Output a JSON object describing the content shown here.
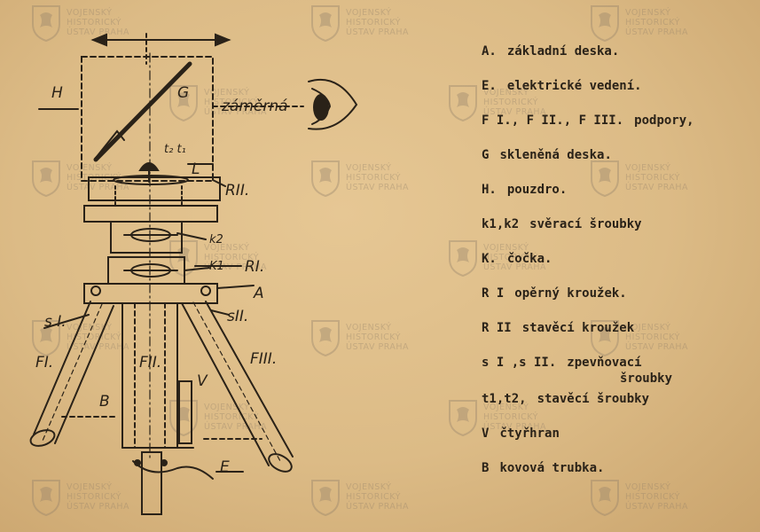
{
  "watermark": {
    "line1": "VOJENSKÝ",
    "line2": "HISTORICKÝ",
    "line3": "ÚSTAV PRAHA"
  },
  "diagram_labels": {
    "H": "H",
    "G": "G",
    "zamerna": "záměrná",
    "t2t1": "t₂ t₁",
    "L": "L",
    "RII": "RII.",
    "k2": "k2",
    "k1": "K1",
    "RI": "RI.",
    "A": "A",
    "sI": "s I.",
    "sII": "sII.",
    "FI": "FI.",
    "FII": "FII.",
    "FIII": "FIII.",
    "B": "B",
    "V": "V",
    "E": "E"
  },
  "legend": [
    {
      "key": "A.",
      "text": "základní deska."
    },
    {
      "key": "E.",
      "text": "elektrické vedení."
    },
    {
      "key": "F I., F II., F III.",
      "text": "podpory,"
    },
    {
      "key": "G",
      "text": "skleněná deska."
    },
    {
      "key": "H.",
      "text": "pouzdro."
    },
    {
      "key": "k1,k2",
      "text": "svěrací šroubky"
    },
    {
      "key": "K.",
      "text": "čočka."
    },
    {
      "key": "R I",
      "text": "opěrný kroužek."
    },
    {
      "key": "R II",
      "text": "stavěcí kroužek"
    },
    {
      "key": "s I ,s II.",
      "text": "zpevňovací",
      "cont": "šroubky"
    },
    {
      "key": "t1,t2,",
      "text": "stavěcí šroubky"
    },
    {
      "key": "V",
      "text": "čtyřhran"
    },
    {
      "key": "B",
      "text": "kovová trubka."
    }
  ]
}
